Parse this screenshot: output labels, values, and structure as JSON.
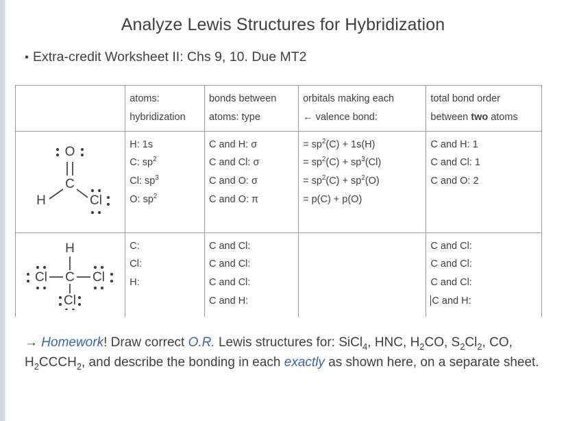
{
  "slide": {
    "title": "Analyze Lewis Structures for Hybridization",
    "bullet_marker": "•",
    "bullet_text": "Extra-credit Worksheet II: Chs 9, 10. Due MT2"
  },
  "colors": {
    "text": "#3f3f41",
    "accent_blue": "#3b62b5",
    "table_border": "#9a9a9e",
    "edge_strip": "#d4d7dc"
  },
  "table": {
    "header": {
      "col1_line1": "",
      "col1_line2": "",
      "col2_line1": "atoms:",
      "col2_line2": "hybridization",
      "col3_line1": "bonds between",
      "col3_line2": "atoms: type",
      "col4_line1": "orbitals making each",
      "col4_line2_arrow": "←",
      "col4_line2": "valence bond:",
      "col5_line1": "total bond order",
      "col5_line2_pre": "between ",
      "col5_line2_bold": "two",
      "col5_line2_post": " atoms"
    },
    "rows": [
      {
        "structure_name": "formyl-chloride",
        "hybridization": [
          {
            "atom": "H: 1s",
            "base": "H: 1s",
            "sup": ""
          },
          {
            "atom": "C: sp2",
            "base": "C: sp",
            "sup": "2"
          },
          {
            "atom": "Cl: sp3",
            "base": "Cl: sp",
            "sup": "3"
          },
          {
            "atom": "O: sp2",
            "base": "O: sp",
            "sup": "2"
          }
        ],
        "bonds": [
          "C and H: σ",
          "C and Cl: σ",
          "C and O: σ",
          "C and O: π"
        ],
        "orbitals": [
          {
            "lhs": "= sp",
            "lhs_sup": "2",
            "lhs_tail": "(C) + 1s(H)",
            "rhs": "",
            "rhs_sup": "",
            "rhs_tail": ""
          },
          {
            "lhs": "= sp",
            "lhs_sup": "2",
            "lhs_tail": "(C) + sp",
            "rhs": "",
            "rhs_sup": "3",
            "rhs_tail": "(Cl)"
          },
          {
            "lhs": "= sp",
            "lhs_sup": "2",
            "lhs_tail": "(C) + sp",
            "rhs": "",
            "rhs_sup": "2",
            "rhs_tail": "(O)"
          },
          {
            "lhs": "= p(C) + p(O)",
            "lhs_sup": "",
            "lhs_tail": "",
            "rhs": "",
            "rhs_sup": "",
            "rhs_tail": ""
          }
        ],
        "bond_order": [
          "C and H: 1",
          "C and Cl: 1",
          "C and O: 2"
        ]
      },
      {
        "structure_name": "chloroform",
        "hybridization": [
          {
            "atom": "C:",
            "base": "C:",
            "sup": ""
          },
          {
            "atom": "Cl:",
            "base": "Cl:",
            "sup": ""
          },
          {
            "atom": "H:",
            "base": "H:",
            "sup": ""
          }
        ],
        "bonds": [
          "C and Cl:",
          "C and Cl:",
          "C and Cl:",
          "C and H:"
        ],
        "orbitals": [],
        "bond_order": [
          "C and Cl:",
          "C and Cl:",
          "C and Cl:",
          "C and H:"
        ],
        "bond_order_last_has_caret": true
      }
    ]
  },
  "structures": {
    "formyl_chloride": {
      "name": "formyl-chloride-lewis-structure",
      "atoms": [
        "O",
        "C",
        "H",
        "Cl"
      ],
      "bonds": [
        "C=O double",
        "C-H single",
        "C-Cl single"
      ],
      "lone_pairs": {
        "O": 2,
        "Cl": 3
      }
    },
    "chloroform": {
      "name": "chloroform-lewis-structure",
      "atoms": [
        "H",
        "Cl",
        "C",
        "Cl",
        "Cl"
      ],
      "bonds": [
        "C-H single",
        "C-Cl single x3"
      ],
      "lone_pairs": {
        "Cl": 3
      }
    }
  },
  "footer": {
    "arrow": "→",
    "word_homework": "Homework",
    "seg1": "! Draw correct ",
    "word_or": "O.R.",
    "seg2": " Lewis structures for: SiCl",
    "sub_4": "4",
    "seg3": ", HNC,",
    "line2_a": "H",
    "line2_sub1": "2",
    "line2_b": "CO, S",
    "line2_sub2": "2",
    "line2_c": "Cl",
    "line2_sub3": "2",
    "line2_d": ", CO, H",
    "line2_sub4": "2",
    "line2_e": "CCCH",
    "line2_sub5": "2",
    "line2_f": ", and describe the bonding in each ",
    "word_exactly": "exactly",
    "line3": "as shown here, on a separate sheet."
  }
}
